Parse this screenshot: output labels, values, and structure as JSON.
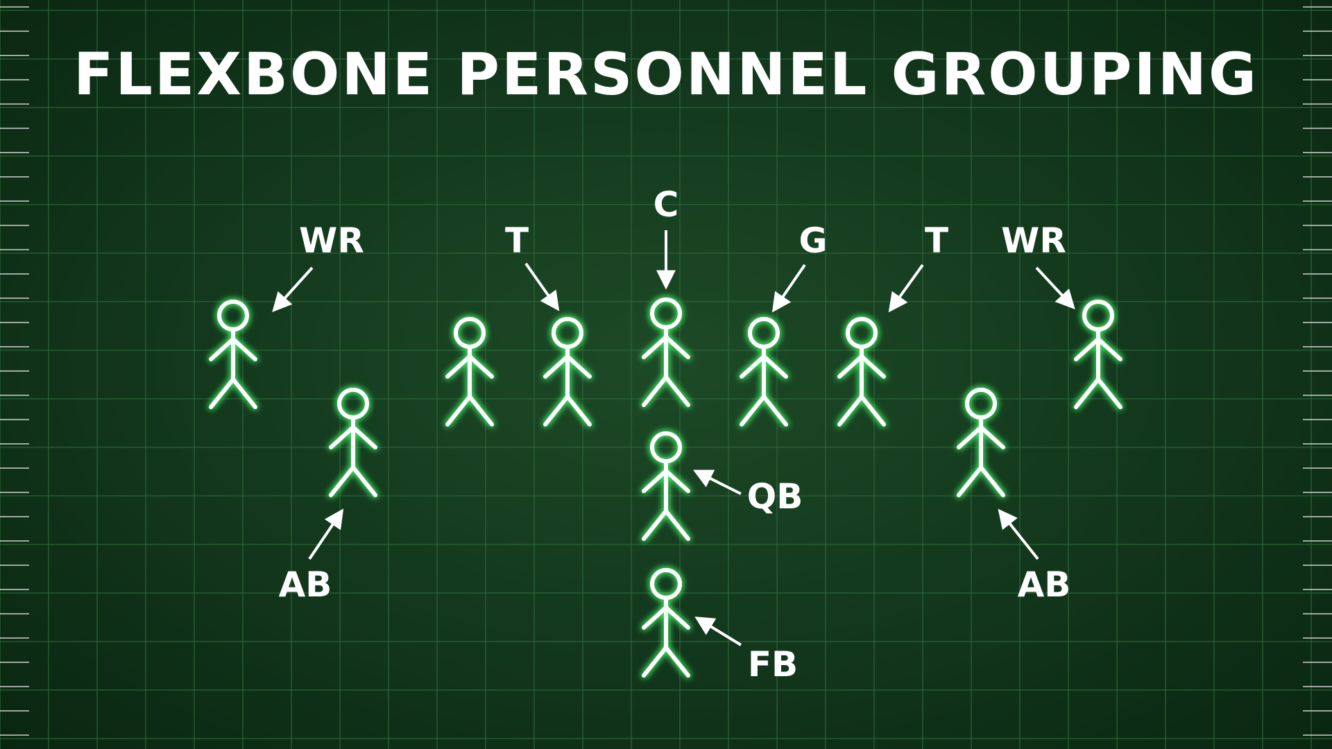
{
  "title": "FLEXBONE PERSONNEL GROUPING",
  "colors": {
    "field_background": "#143a1e",
    "grid_lines": "#2f6a3b",
    "scrimmage_line": "#ffffff",
    "player_stroke": "#ffffff",
    "player_glow": "#4cff72",
    "label_text": "#ffffff"
  },
  "labels": {
    "wr_left": "WR",
    "t_left": "T",
    "c": "C",
    "g_right": "G",
    "t_right": "T",
    "wr_right": "WR",
    "qb": "QB",
    "fb": "FB",
    "ab_left": "AB",
    "ab_right": "AB"
  },
  "players": [
    {
      "id": "wr-left",
      "label": "WR"
    },
    {
      "id": "ab-left",
      "label": "AB"
    },
    {
      "id": "lineman-1",
      "label": ""
    },
    {
      "id": "t-left",
      "label": "T"
    },
    {
      "id": "c",
      "label": "C"
    },
    {
      "id": "g-right",
      "label": "G"
    },
    {
      "id": "t-right",
      "label": "T"
    },
    {
      "id": "ab-right",
      "label": "AB"
    },
    {
      "id": "wr-right",
      "label": "WR"
    },
    {
      "id": "qb",
      "label": "QB"
    },
    {
      "id": "fb",
      "label": "FB"
    }
  ]
}
